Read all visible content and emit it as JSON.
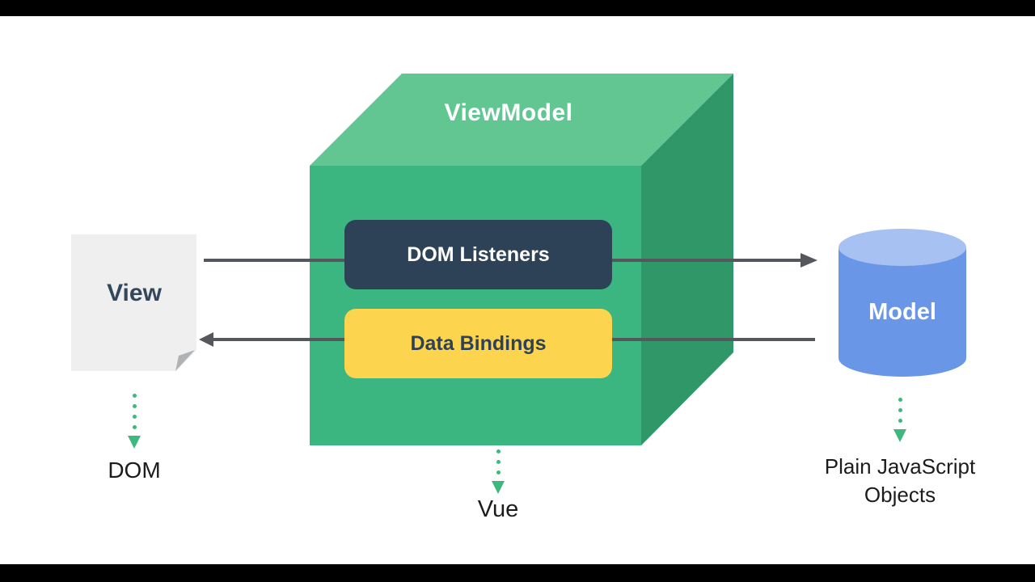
{
  "diagram": {
    "cube": {
      "title": "ViewModel",
      "colors": {
        "top": "#62c693",
        "front": "#3cb681",
        "side": "#2f9768"
      }
    },
    "dom_listeners": {
      "label": "DOM Listeners",
      "bg": "#2e4257",
      "text_color": "#ffffff"
    },
    "data_bindings": {
      "label": "Data Bindings",
      "bg": "#fcd44e",
      "text_color": "#2e4257"
    },
    "view": {
      "label": "View",
      "caption": "DOM",
      "bg": "#efeff0",
      "fold_color": "#b0b3b5",
      "text_color": "#33475c"
    },
    "model": {
      "label": "Model",
      "caption": "Plain JavaScript Objects",
      "body_color": "#6a96e8",
      "top_color": "#a7c2f2",
      "text_color": "#ffffff"
    },
    "vue_caption": "Vue",
    "arrow_color": "#54585c",
    "dotted_arrow_color": "#3eb87f",
    "letterbox_color": "#000000"
  }
}
